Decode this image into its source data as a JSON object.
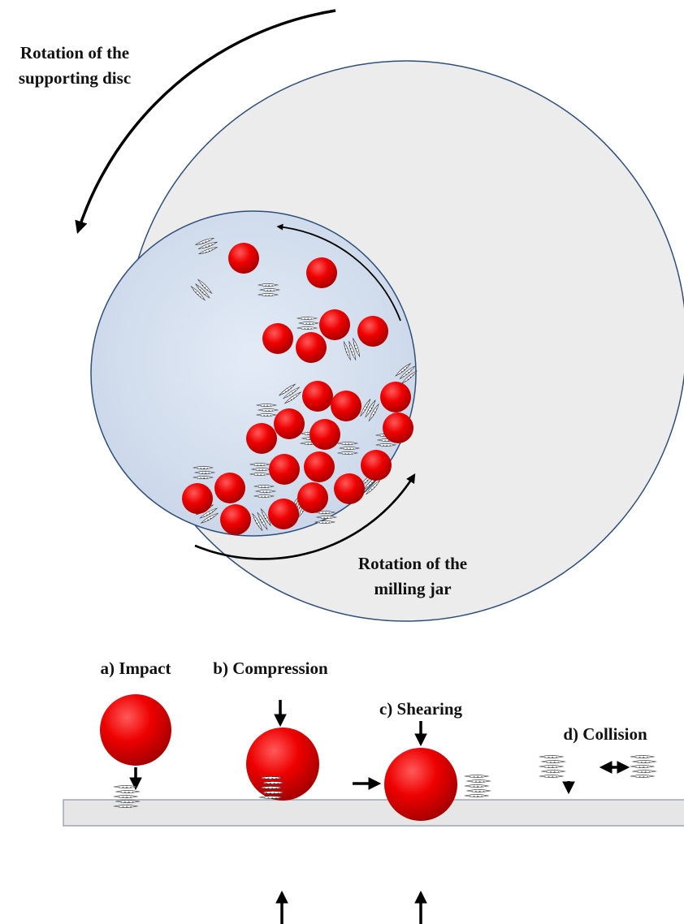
{
  "labels": {
    "disc_rotation": [
      "Rotation of the",
      "supporting disc"
    ],
    "jar_rotation": [
      "Rotation of the",
      "milling jar"
    ]
  },
  "mechanisms": {
    "impact": "a) Impact",
    "compression": "b) Compression",
    "shearing": "c) Shearing",
    "collision": "d) Collision"
  },
  "colors": {
    "disc_fill": "#ececec",
    "disc_stroke": "#2f4f7a",
    "jar_fill": "#d7e2f0",
    "ball": "#ee0000",
    "flake": "#444444",
    "plate_fill": "#e6e6e6",
    "plate_stroke": "#9aa7b6",
    "arrow": "#000000"
  }
}
